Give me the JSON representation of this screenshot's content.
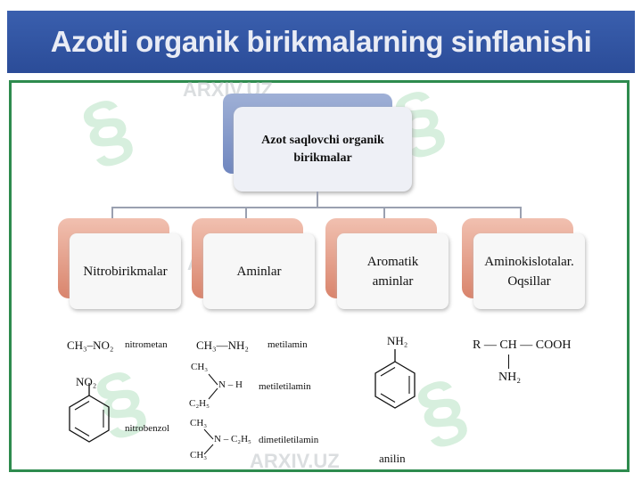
{
  "title": "Azotli organik birikmalarning sinflanishi",
  "root": {
    "line1": "Azot saqlovchi organik",
    "line2": "birikmalar"
  },
  "categories": [
    {
      "line1": "Nitrobirikmalar",
      "line2": ""
    },
    {
      "line1": "Aminlar",
      "line2": ""
    },
    {
      "line1": "Aromatik",
      "line2": "aminlar"
    },
    {
      "line1": "Aminokislotalar.",
      "line2": "Oqsillar"
    }
  ],
  "examples": {
    "nitromethane_formula": "CH₃–NO₂",
    "nitromethane_name": "nitrometan",
    "nitro_group": "NO₂",
    "nitrobenzene_name": "nitrobenzol",
    "methylamine_formula": "CH₃—NH₂",
    "methylamine_name": "metilamin",
    "ch3_a": "CH₃",
    "c2h5_a": "C₂H₅",
    "nh": "N – H",
    "methylethylamine_name": "metiletilamin",
    "ch3_b": "CH₃",
    "ch3_c": "CH₃",
    "n_c2h5": "N – C₂H₅",
    "dimethylethylamine_name": "dimetiletilamin",
    "aniline_nh2": "NH₂",
    "aniline_name": "anilin",
    "amino_acid_main": "R — CH — COOH",
    "amino_acid_nh2": "NH₂"
  },
  "watermark": "ARXIV.UZ",
  "colors": {
    "title_bg": "#2b4c98",
    "frame": "#2e8b4e",
    "category_accent": "#d9846c",
    "root_accent": "#6f86bf"
  }
}
